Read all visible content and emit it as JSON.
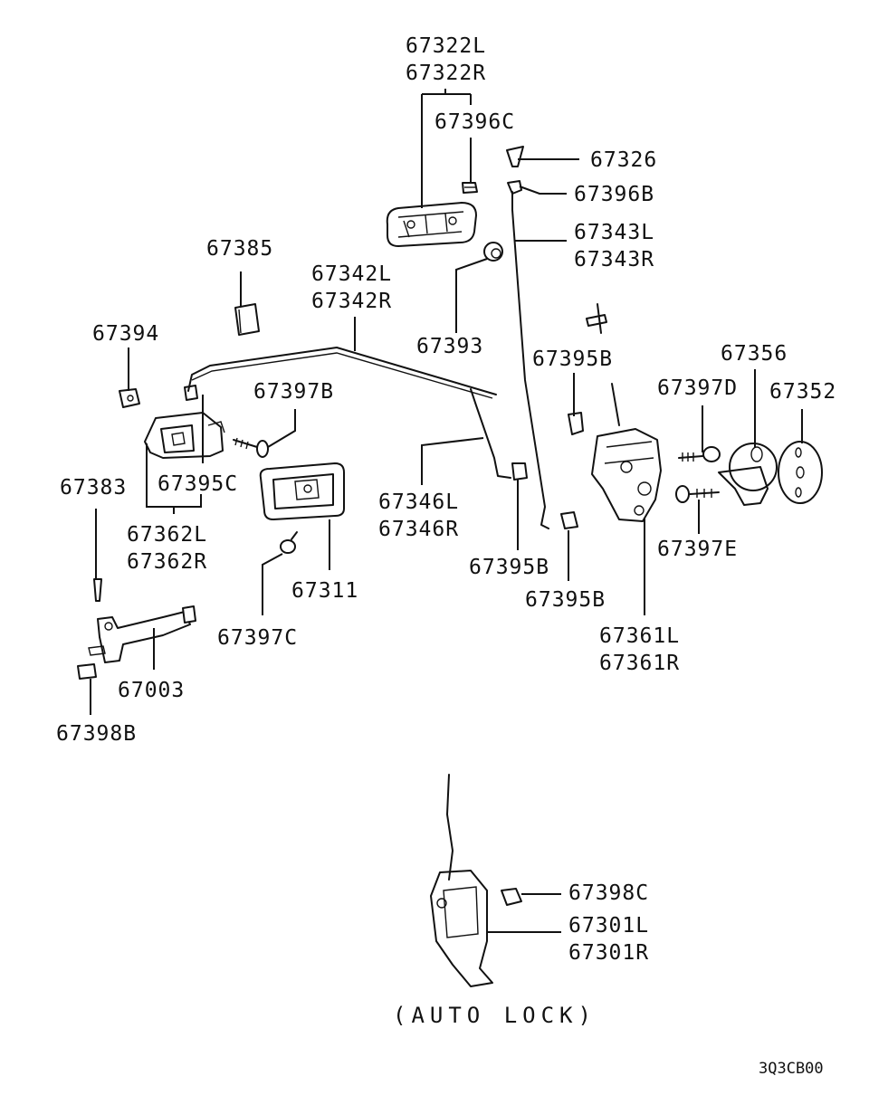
{
  "colors": {
    "ink": "#111111",
    "background": "#ffffff"
  },
  "labels": {
    "l67322": [
      "67322L",
      "67322R"
    ],
    "l67396C": "67396C",
    "l67326": "67326",
    "l67396B": "67396B",
    "l67343": [
      "67343L",
      "67343R"
    ],
    "l67385": "67385",
    "l67342": [
      "67342L",
      "67342R"
    ],
    "l67393": "67393",
    "l67394": "67394",
    "l67395B_top": "67395B",
    "l67356": "67356",
    "l67397D": "67397D",
    "l67352": "67352",
    "l67397B": "67397B",
    "l67395C": "67395C",
    "l67383": "67383",
    "l67362": [
      "67362L",
      "67362R"
    ],
    "l67346": [
      "67346L",
      "67346R"
    ],
    "l67397E": "67397E",
    "l67311": "67311",
    "l67395B_mid": "67395B",
    "l67395B_low": "67395B",
    "l67397C": "67397C",
    "l67361": [
      "67361L",
      "67361R"
    ],
    "l67003": "67003",
    "l67398B": "67398B",
    "l67398C": "67398C",
    "l67301": [
      "67301L",
      "67301R"
    ]
  },
  "caption": "(AUTO LOCK)",
  "diagram_code": "3Q3CB00"
}
